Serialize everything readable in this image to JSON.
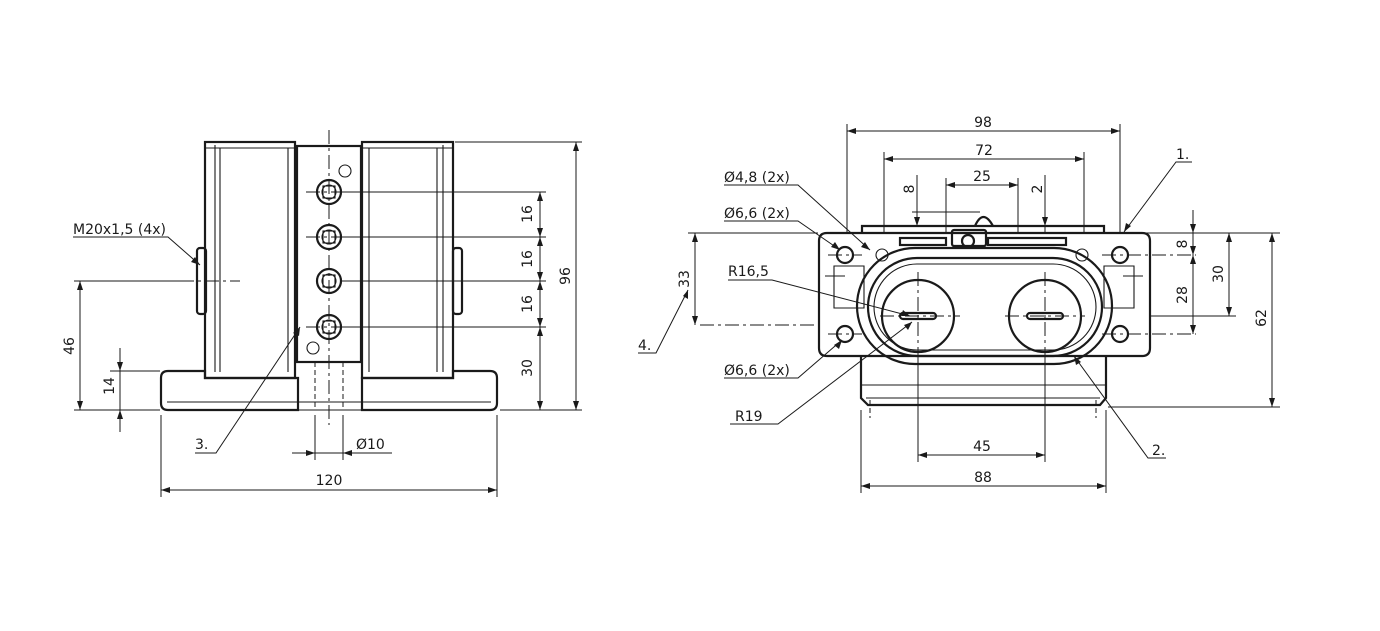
{
  "left_view": {
    "dimensions": {
      "d_16a": "16",
      "d_16b": "16",
      "d_16c": "16",
      "d_30": "30",
      "d_96": "96",
      "d_46": "46",
      "d_14": "14",
      "d_120": "120",
      "d_dia10": "Ø10"
    },
    "callouts": {
      "thread": "M20x1,5 (4x)",
      "item3": "3."
    }
  },
  "right_view": {
    "dimensions": {
      "d_98": "98",
      "d_72": "72",
      "d_25": "25",
      "d_8_top": "8",
      "d_2": "2",
      "d_8_right": "8",
      "d_28": "28",
      "d_30": "30",
      "d_62": "62",
      "d_33": "33",
      "d_45": "45",
      "d_88": "88"
    },
    "callouts": {
      "hole_48": "Ø4,8 (2x)",
      "hole_66_top": "Ø6,6 (2x)",
      "hole_66_bottom": "Ø6,6 (2x)",
      "radius_165": "R16,5",
      "radius_19": "R19",
      "item1": "1.",
      "item2": "2.",
      "item4": "4."
    }
  }
}
